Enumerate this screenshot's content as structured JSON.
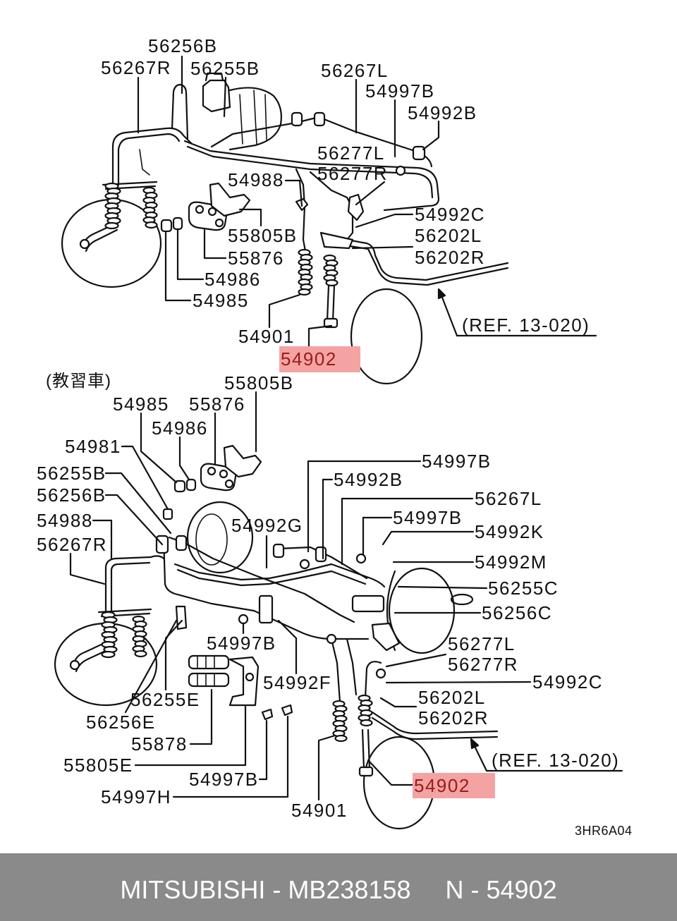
{
  "top_diagram": {
    "labels": [
      "56256B",
      "56267R",
      "56255B",
      "56267L",
      "54997B",
      "54992B",
      "56277L",
      "56277R",
      "54988",
      "54992C",
      "56202L",
      "55805B",
      "56202R",
      "55876",
      "54986",
      "54985",
      "54901"
    ],
    "reference": "(REF. 13-020)",
    "highlighted_part": "54902"
  },
  "bottom_diagram": {
    "title": "(教習車)",
    "labels": [
      "55805B",
      "54985",
      "55876",
      "54986",
      "54981",
      "54997B",
      "56255B",
      "54992B",
      "56256B",
      "56267L",
      "54988",
      "54997B",
      "54992G",
      "54992K",
      "56267R",
      "54992M",
      "56255C",
      "56256C",
      "54997B",
      "56277L",
      "56277R",
      "54992F",
      "54992C",
      "56255E",
      "56202L",
      "56202R",
      "56256E",
      "55878",
      "55805E",
      "54997B",
      "54997H",
      "54901"
    ],
    "reference": "(REF. 13-020)",
    "highlighted_part": "54902"
  },
  "drawing_code": "3HR6A04",
  "footer": {
    "brand_part": "MITSUBISHI - MB238158",
    "ref_number": "N - 54902"
  },
  "colors": {
    "highlight": "#f4a3a3",
    "highlight_text": "#9b1b1b",
    "footer_background": "#8a8a8a",
    "footer_text": "#ffffff",
    "line": "#111111"
  }
}
